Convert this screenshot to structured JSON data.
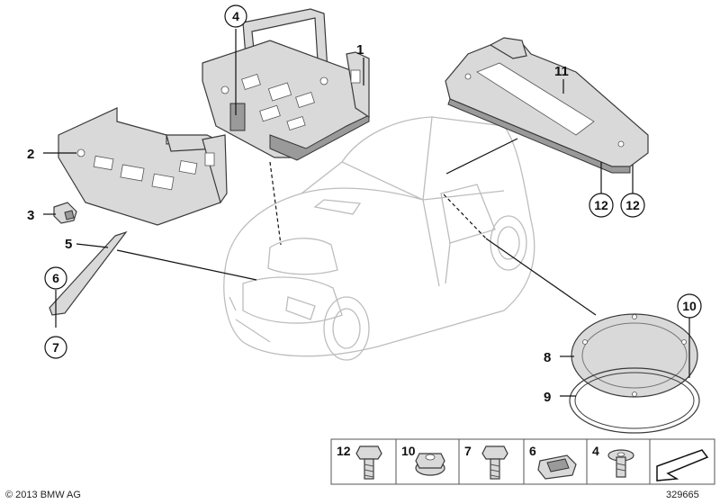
{
  "callouts": {
    "c1": "1",
    "c2": "2",
    "c3": "3",
    "c4": "4",
    "c5": "5",
    "c6": "6",
    "c7": "7",
    "c8": "8",
    "c9": "9",
    "c10": "10",
    "c11": "11",
    "c12a": "12",
    "c12b": "12"
  },
  "legend": [
    "12",
    "10",
    "7",
    "6",
    "4"
  ],
  "footer": {
    "copyright": "© 2013 BMW AG",
    "diagram_id": "329665"
  }
}
